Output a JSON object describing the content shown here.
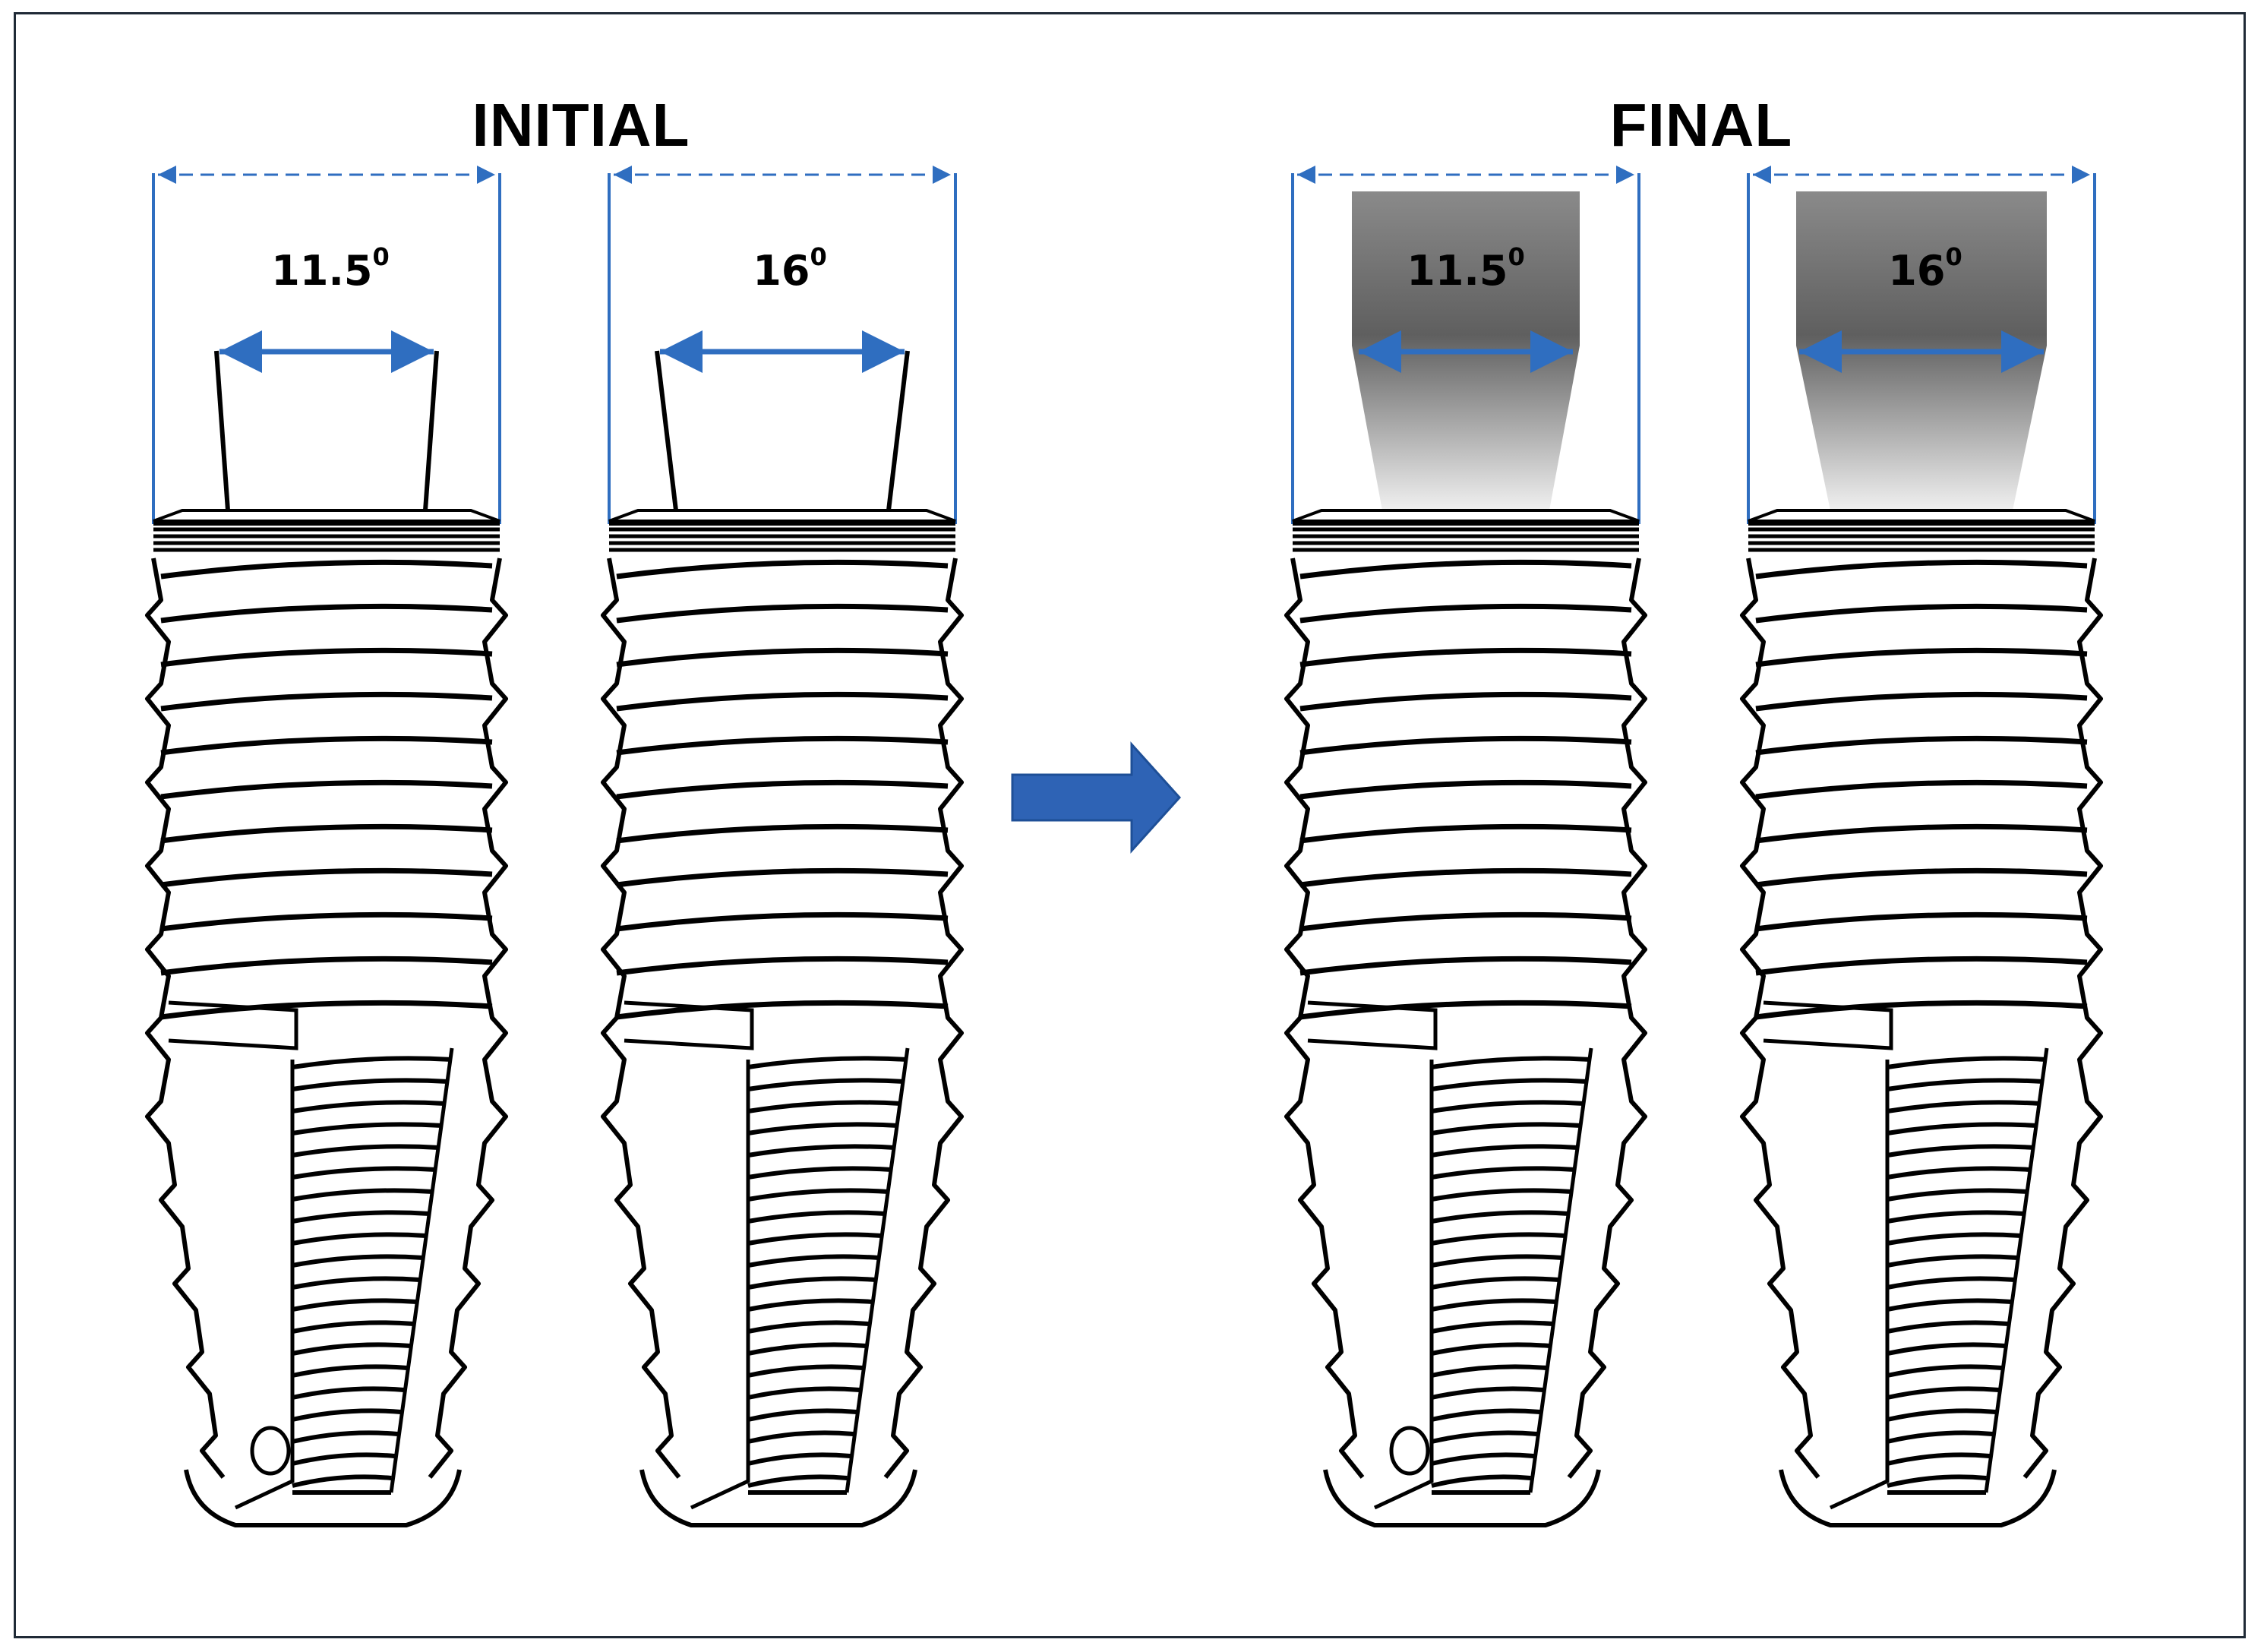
{
  "headings": {
    "initial": "INITIAL",
    "final": "FINAL"
  },
  "labels": {
    "a1_value": "11.5",
    "a2_value": "16",
    "superscript": "0"
  },
  "colors": {
    "dimension": "#2f6ec0",
    "arrow": "#2e63b5",
    "border": "#1f2a36",
    "abutment_top": "#8a8a8a",
    "abutment_bottom": "#ececec"
  },
  "icons": {
    "transition": "right-arrow-icon"
  }
}
